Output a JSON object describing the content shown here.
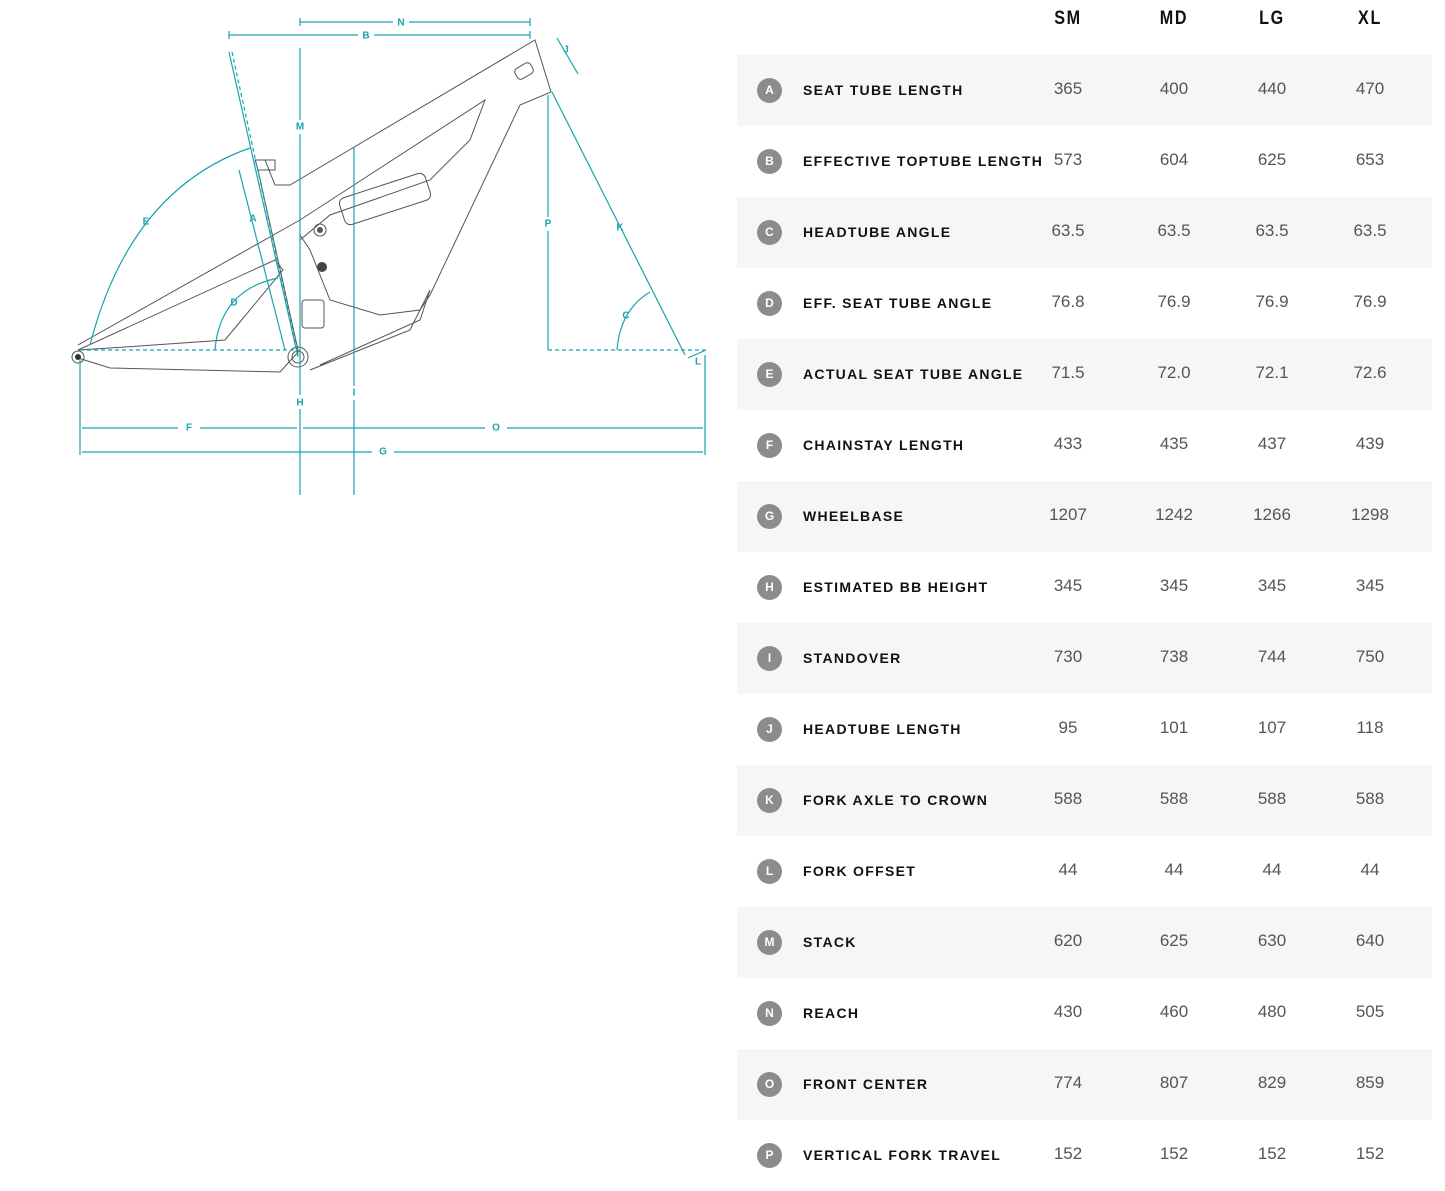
{
  "sizes": [
    "SM",
    "MD",
    "LG",
    "XL"
  ],
  "rows": [
    {
      "letter": "A",
      "label": "SEAT TUBE LENGTH",
      "values": [
        "365",
        "400",
        "440",
        "470"
      ]
    },
    {
      "letter": "B",
      "label": "EFFECTIVE TOPTUBE LENGTH",
      "values": [
        "573",
        "604",
        "625",
        "653"
      ]
    },
    {
      "letter": "C",
      "label": "HEADTUBE ANGLE",
      "values": [
        "63.5",
        "63.5",
        "63.5",
        "63.5"
      ]
    },
    {
      "letter": "D",
      "label": "EFF. SEAT TUBE ANGLE",
      "values": [
        "76.8",
        "76.9",
        "76.9",
        "76.9"
      ]
    },
    {
      "letter": "E",
      "label": "ACTUAL SEAT TUBE ANGLE",
      "values": [
        "71.5",
        "72.0",
        "72.1",
        "72.6"
      ]
    },
    {
      "letter": "F",
      "label": "CHAINSTAY LENGTH",
      "values": [
        "433",
        "435",
        "437",
        "439"
      ]
    },
    {
      "letter": "G",
      "label": "WHEELBASE",
      "values": [
        "1207",
        "1242",
        "1266",
        "1298"
      ]
    },
    {
      "letter": "H",
      "label": "ESTIMATED BB HEIGHT",
      "values": [
        "345",
        "345",
        "345",
        "345"
      ]
    },
    {
      "letter": "I",
      "label": "STANDOVER",
      "values": [
        "730",
        "738",
        "744",
        "750"
      ]
    },
    {
      "letter": "J",
      "label": "HEADTUBE LENGTH",
      "values": [
        "95",
        "101",
        "107",
        "118"
      ]
    },
    {
      "letter": "K",
      "label": "FORK AXLE TO CROWN",
      "values": [
        "588",
        "588",
        "588",
        "588"
      ]
    },
    {
      "letter": "L",
      "label": "FORK OFFSET",
      "values": [
        "44",
        "44",
        "44",
        "44"
      ]
    },
    {
      "letter": "M",
      "label": "STACK",
      "values": [
        "620",
        "625",
        "630",
        "640"
      ]
    },
    {
      "letter": "N",
      "label": "REACH",
      "values": [
        "430",
        "460",
        "480",
        "505"
      ]
    },
    {
      "letter": "O",
      "label": "FRONT CENTER",
      "values": [
        "774",
        "807",
        "829",
        "859"
      ]
    },
    {
      "letter": "P",
      "label": "VERTICAL FORK TRAVEL",
      "values": [
        "152",
        "152",
        "152",
        "152"
      ]
    }
  ]
}
